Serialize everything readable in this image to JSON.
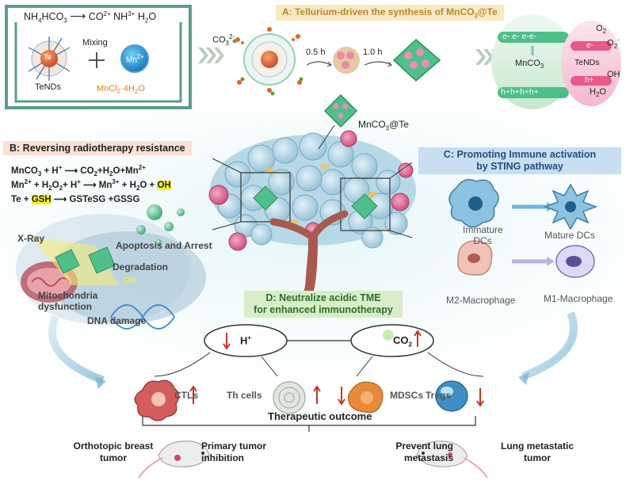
{
  "panelA": {
    "title_prefix": "A: Tellurium-driven the synthesis of MnCO",
    "title_sub": "3",
    "title_suffix": "@Te",
    "reaction": {
      "r1": "NH",
      "r1s": "4",
      "r2": "HCO",
      "r2s": "3",
      "p1": "CO",
      "p1s": "2+",
      "p2": "NH",
      "p2s": "3+",
      "p3": "H",
      "p3s": "2",
      "p4": "O"
    },
    "mixing": "Mixing",
    "tendots": "TeNDs",
    "te": "Te",
    "mn_ion": "Mn",
    "mn_ion_sup": "2+",
    "mncl": "MnCl",
    "mncl_sub": "2",
    "mncl_rest": "·4H",
    "mncl_sub2": "2",
    "mncl_o": "O",
    "co3": "CO",
    "co3_sub": "3",
    "co3_sup": "2-",
    "t1": "0.5 h",
    "t2": "1.0 h",
    "electrons": "e- e- e-e-",
    "mnco3": "MnCO",
    "mnco3_sub": "3",
    "holes": "h+h+h+h+",
    "e_minus": "e-",
    "tends": "TeNDs",
    "h_plus": "h+",
    "o2": "O",
    "o2_sub": "2",
    "o2m": "O",
    "o2m_sub": "2",
    "o2m_sup": "-",
    "oh": "OH",
    "h2o": "H",
    "h2o_sub": "2",
    "h2o_o": "O"
  },
  "center": {
    "mnco3te_prefix": "MnCO",
    "mnco3te_sub": "3",
    "mnco3te_suffix": "@Te"
  },
  "panelB": {
    "title": "B: Reversing radiotherapy resistance",
    "xray": "X-Ray",
    "apoptosis": "Apoptosis and Arrest",
    "degradation": "Degradation",
    "oh": "OH",
    "mito": "Mitochondria dysfunction",
    "dna": "DNA damage"
  },
  "panelC": {
    "title_line1": "C: Promoting Immune activation",
    "title_line2": "by STING pathway",
    "immature": "Immature DCs",
    "mature": "Mature DCs",
    "m2": "M2-Macrophage",
    "m1": "M1-Macrophage"
  },
  "panelD": {
    "title_line1": "D: Neutralize acidic TME",
    "title_line2": "for enhanced immunotherapy",
    "h": "H",
    "h_sup": "+",
    "co2": "CO",
    "co2_sub": "2",
    "ctls": "CTLs",
    "th": "Th cells",
    "mdscs": "MDSCs",
    "tregs": "Tregs",
    "outcome": "Therapeutic outcome"
  },
  "outcomes": {
    "orthotopic": "Orthotopic breast tumor",
    "primary": "Primary tumor inhibition",
    "prevent": "Prevent lung metastasis",
    "lung": "Lung metastatic tumor"
  },
  "colors": {
    "panel_border": "#5f9c88",
    "title_a_bg": "#fbe9c4",
    "title_b_bg": "#fbe0d6",
    "title_c_bg": "#c9def0",
    "title_d_bg": "#d7eec9",
    "tumor_blue": "#a7cfe0",
    "tumor_pink": "#d45f8c",
    "highlight": "#f6f31a",
    "green_crystal": "#4fc08a"
  }
}
